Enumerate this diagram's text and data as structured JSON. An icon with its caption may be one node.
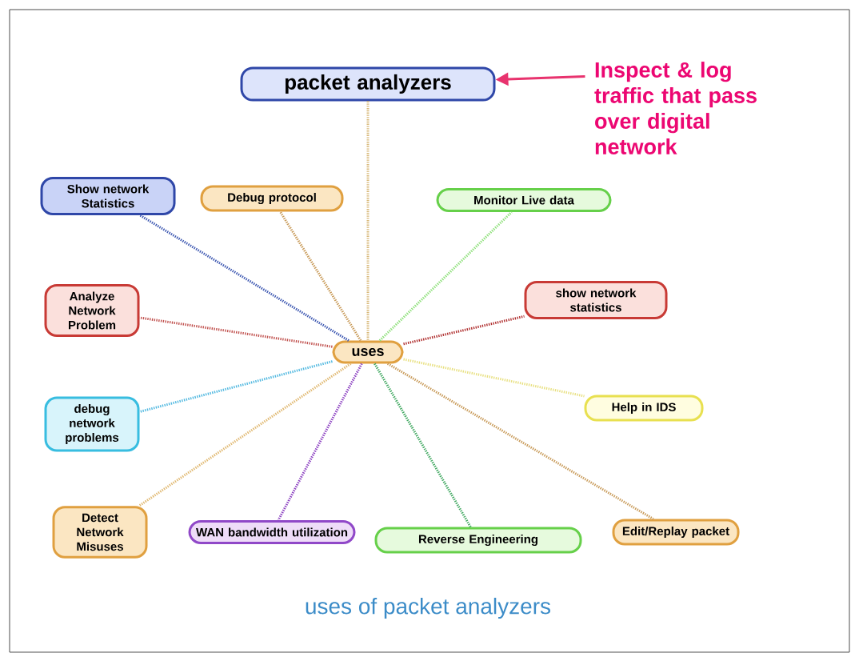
{
  "diagram": {
    "caption": "uses of packet analyzers",
    "nodes": [
      {
        "text": [
          "packet analyzers"
        ]
      },
      {
        "text": [
          "Inspect & log traffic that pass over digital network"
        ]
      },
      {
        "text": [
          "uses"
        ]
      },
      {
        "text": [
          "Show network Statistics"
        ]
      },
      {
        "text": [
          "Debug protocol"
        ]
      },
      {
        "text": [
          "Monitor Live data"
        ]
      },
      {
        "text": [
          "Analyze Network Problem"
        ]
      },
      {
        "text": [
          "show network statistics"
        ]
      },
      {
        "text": [
          "debug network problems"
        ]
      },
      {
        "text": [
          "Help in IDS"
        ]
      },
      {
        "text": [
          "Detect Network Misuses"
        ]
      },
      {
        "text": [
          "WAN bandwidth utilization"
        ]
      },
      {
        "text": [
          "Reverse Engineering"
        ]
      },
      {
        "text": [
          "Edit/Replay packet"
        ]
      }
    ],
    "edges": [
      {
        "from": 1,
        "to": 0,
        "arrow": "to",
        "color": "#e8336e"
      },
      {
        "from": 0,
        "to": 2,
        "arrow": "none",
        "style": "dashed",
        "color": "#d8b878"
      },
      {
        "from": 2,
        "to": 3,
        "arrow": "none",
        "style": "dashed",
        "color": "#3a55b0"
      },
      {
        "from": 2,
        "to": 4,
        "arrow": "none",
        "style": "dashed",
        "color": "#c89a58"
      },
      {
        "from": 2,
        "to": 5,
        "arrow": "none",
        "style": "dashed",
        "color": "#8ee07a"
      },
      {
        "from": 2,
        "to": 6,
        "arrow": "none",
        "style": "dashed",
        "color": "#c0504d"
      },
      {
        "from": 2,
        "to": 7,
        "arrow": "none",
        "style": "dashed",
        "color": "#b03030"
      },
      {
        "from": 2,
        "to": 8,
        "arrow": "none",
        "style": "dashed",
        "color": "#50b8e0"
      },
      {
        "from": 2,
        "to": 9,
        "arrow": "none",
        "style": "dashed",
        "color": "#e8e080"
      },
      {
        "from": 2,
        "to": 10,
        "arrow": "none",
        "style": "dashed",
        "color": "#e0b870"
      },
      {
        "from": 2,
        "to": 11,
        "arrow": "none",
        "style": "dashed",
        "color": "#8a3ec0"
      },
      {
        "from": 2,
        "to": 12,
        "arrow": "none",
        "style": "dashed",
        "color": "#40a860"
      },
      {
        "from": 2,
        "to": 13,
        "arrow": "none",
        "style": "dashed",
        "color": "#c89a58"
      }
    ]
  }
}
